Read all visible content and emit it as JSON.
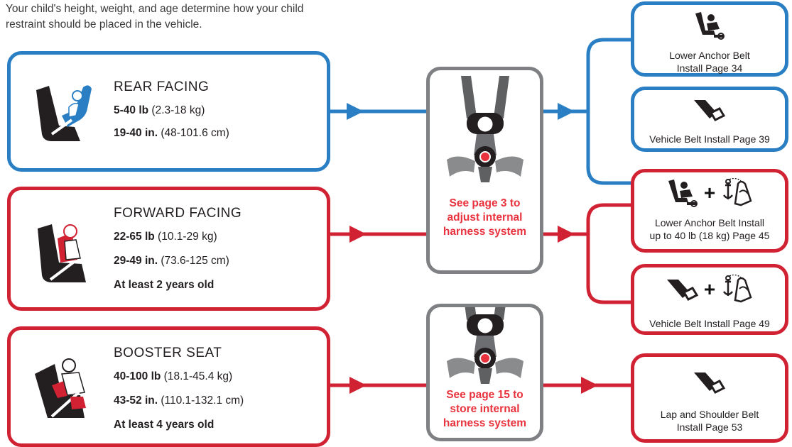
{
  "intro": {
    "line1": "Your child's height, weight, and age determine how your child",
    "line2": "restraint should be placed in the vehicle."
  },
  "colors": {
    "blue": "#2a7fc4",
    "red": "#d12233",
    "gray": "#7f8083",
    "note_red": "#e8323d"
  },
  "modes": [
    {
      "title": "REAR FACING",
      "weight_bold": "5-40 lb",
      "weight_metric": "(2.3-18 kg)",
      "height_bold": "19-40 in.",
      "height_metric": "(48-101.6 cm)",
      "icon": "rear-facing-seat-icon"
    },
    {
      "title": "FORWARD FACING",
      "weight_bold": "22-65 lb",
      "weight_metric": "(10.1-29 kg)",
      "height_bold": "29-49 in.",
      "height_metric": "(73.6-125 cm)",
      "age": "At least 2 years old",
      "icon": "forward-facing-seat-icon"
    },
    {
      "title": "BOOSTER SEAT",
      "weight_bold": "40-100 lb",
      "weight_metric": "(18.1-45.4 kg)",
      "height_bold": "43-52 in.",
      "height_metric": "(110.1-132.1 cm)",
      "age": "At least 4 years old",
      "icon": "booster-seat-icon"
    }
  ],
  "harness": {
    "adjust": [
      "See page 3 to",
      "adjust internal",
      "harness system"
    ],
    "store": [
      "See page 15 to",
      "store internal",
      "harness system"
    ],
    "icon": "harness-icon"
  },
  "installs": [
    {
      "lines": [
        "Lower Anchor Belt",
        "Install Page 34"
      ],
      "icons": [
        "lower-anchor-icon"
      ]
    },
    {
      "lines": [
        "Vehicle Belt Install Page 39"
      ],
      "icons": [
        "vehicle-belt-icon"
      ]
    },
    {
      "lines": [
        "Lower Anchor Belt Install",
        "up to 40 lb (18 kg) Page 45"
      ],
      "icons": [
        "lower-anchor-icon",
        "tether-anchor-icon"
      ],
      "plus": "+"
    },
    {
      "lines": [
        "Vehicle Belt Install Page 49"
      ],
      "icons": [
        "vehicle-belt-icon",
        "tether-anchor-icon"
      ],
      "plus": "+"
    },
    {
      "lines": [
        "Lap and Shoulder Belt",
        "Install Page 53"
      ],
      "icons": [
        "vehicle-belt-icon"
      ]
    }
  ]
}
